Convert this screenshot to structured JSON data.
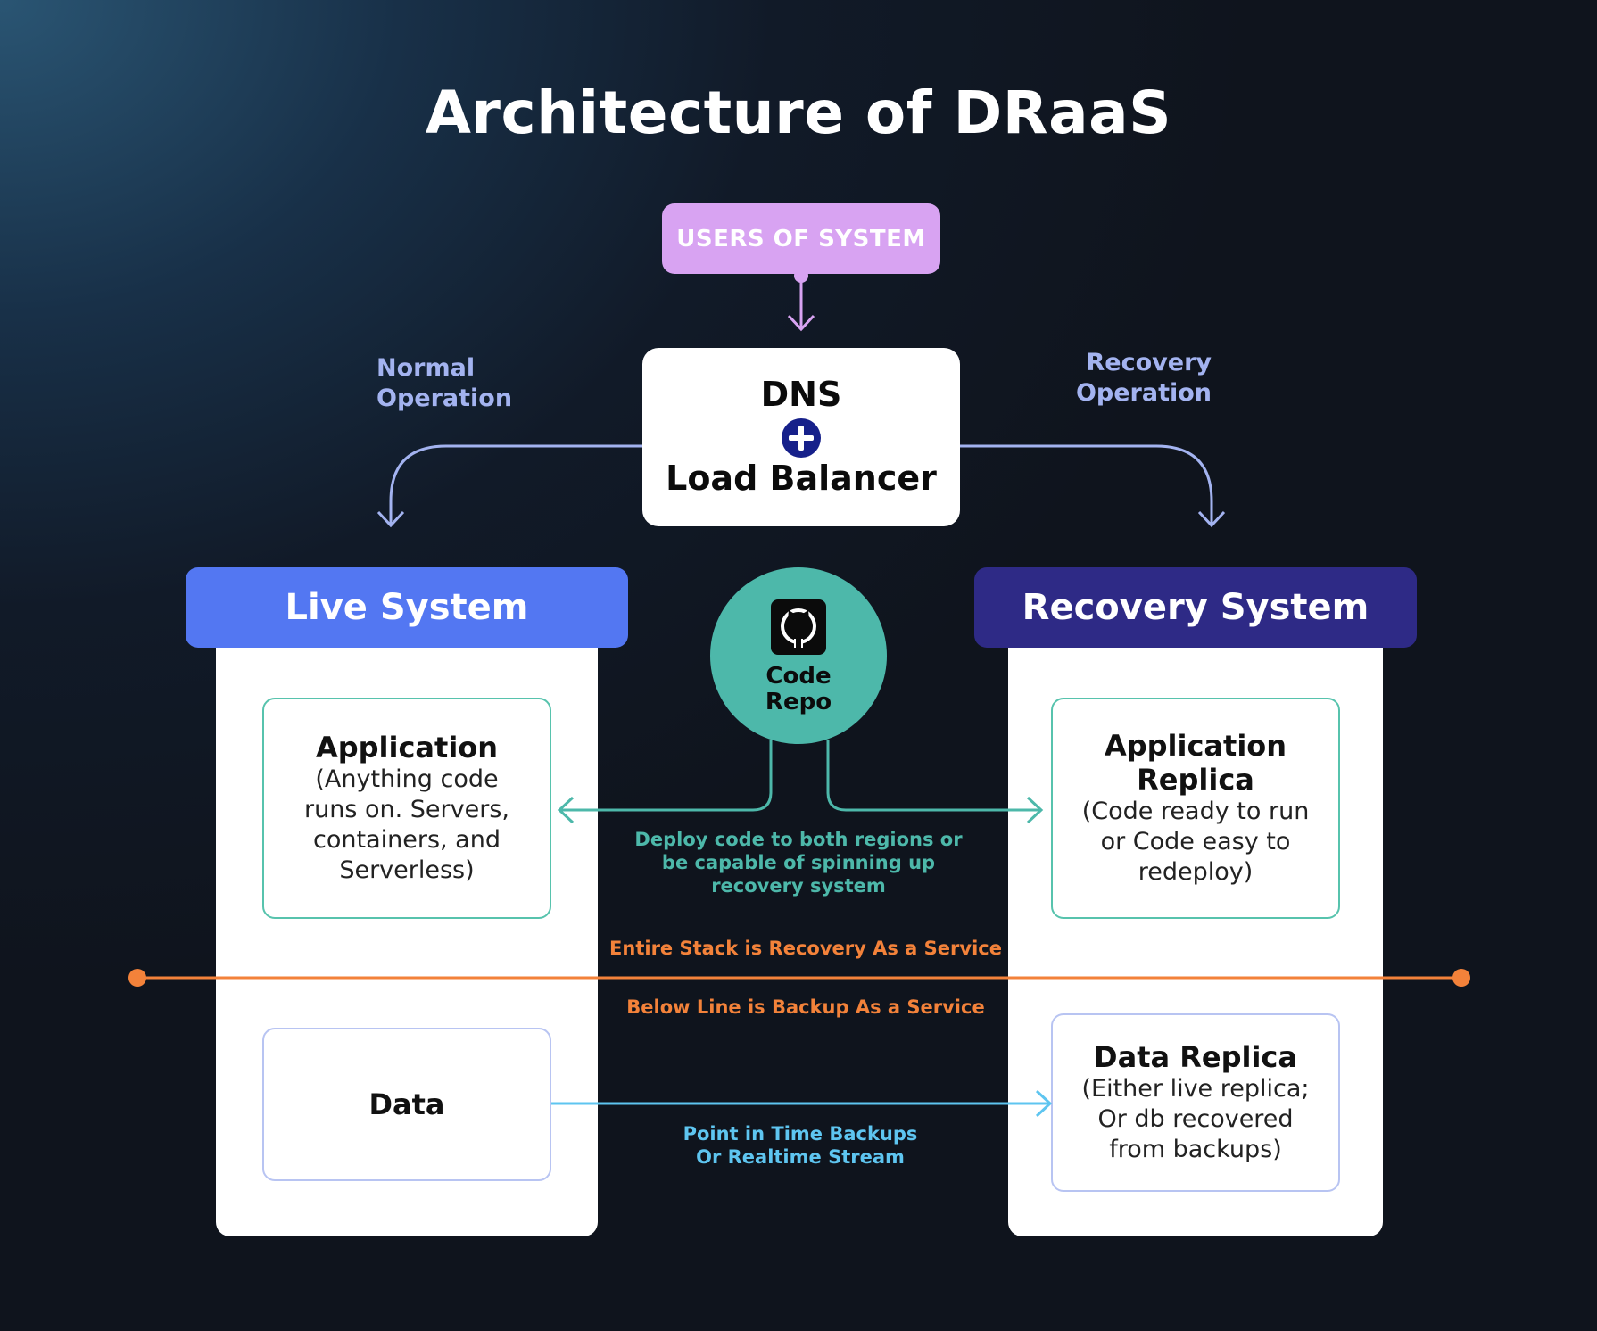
{
  "title": "Architecture of DRaaS",
  "users": "USERS OF SYSTEM",
  "dns": {
    "line1": "DNS",
    "line2": "Load Balancer"
  },
  "normal_op": [
    "Normal",
    "Operation"
  ],
  "recovery_op": [
    "Recovery",
    "Operation"
  ],
  "live": {
    "header": "Live System",
    "app_title": "Application",
    "app_desc": [
      "(Anything code",
      "runs on. Servers,",
      "containers, and",
      "Serverless)"
    ],
    "data_title": "Data"
  },
  "recovery": {
    "header": "Recovery System",
    "app_title": [
      "Application",
      "Replica"
    ],
    "app_desc": [
      "(Code ready to run",
      "or Code easy to",
      "redeploy)"
    ],
    "data_title": "Data Replica",
    "data_desc": [
      "(Either live replica;",
      "Or db recovered",
      "from backups)"
    ]
  },
  "repo": [
    "Code",
    "Repo"
  ],
  "deploy_note": [
    "Deploy code to both  regions or",
    "be capable of spinning up",
    "recovery system"
  ],
  "line_above": "Entire Stack is Recovery As a Service",
  "line_below": "Below Line is Backup As a Service",
  "backup_note": [
    "Point in Time Backups",
    "Or Realtime Stream"
  ],
  "colors": {
    "users": "#d8a3f2",
    "live_header": "#5377f2",
    "recovery_header": "#2e2a86",
    "teal": "#4db8aa",
    "orange": "#f3823a",
    "blue_line": "#5ec5f0",
    "lavender": "#a3b3f0"
  }
}
